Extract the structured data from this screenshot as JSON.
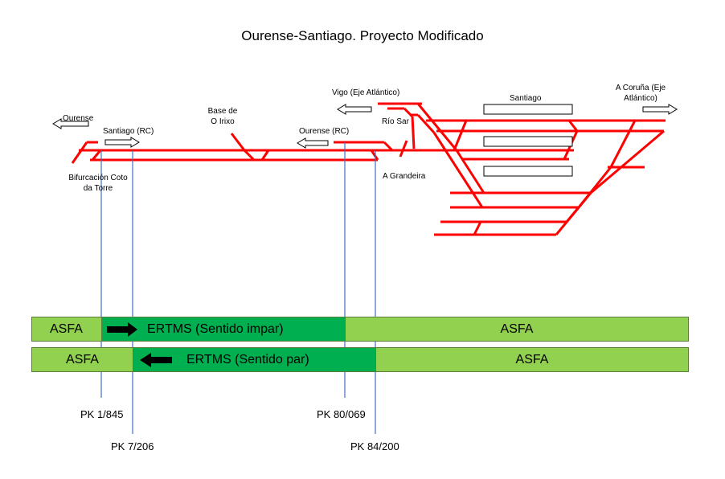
{
  "title": "Ourense-Santiago. Proyecto Modificado",
  "colors": {
    "track": "#ff0000",
    "marker_line": "#4472c4",
    "asfa": "#92d050",
    "ertms": "#00b050",
    "arrow": "#000000"
  },
  "labels": {
    "ourense_left": "Ourense",
    "santiago_rc": "Santiago (RC)",
    "base_line1": "Base de",
    "base_line2": "O Irixo",
    "ourense_rc": "Ourense (RC)",
    "vigo": "Vigo (Eje Atlántico)",
    "rio_sar": "Río Sar",
    "santiago": "Santiago",
    "coruna_line1": "A Coruña (Eje",
    "coruna_line2": "Atlántico)",
    "bifurcacion_line1": "Bifurcación Coto",
    "bifurcacion_line2": "da Torre",
    "grandeira": "A Grandeira"
  },
  "bars": {
    "impar": {
      "asfa_left": "ASFA",
      "ertms": "ERTMS (Sentido impar)",
      "asfa_right": "ASFA"
    },
    "par": {
      "asfa_left": "ASFA",
      "ertms": "ERTMS (Sentido par)",
      "asfa_right": "ASFA"
    }
  },
  "pk_markers": [
    "PK 1/845",
    "PK 7/206",
    "PK 80/069",
    "PK 84/200"
  ],
  "icons": {
    "direction_arrow": "outline-arrow-icon",
    "ertms_direction": "solid-arrow-icon"
  }
}
